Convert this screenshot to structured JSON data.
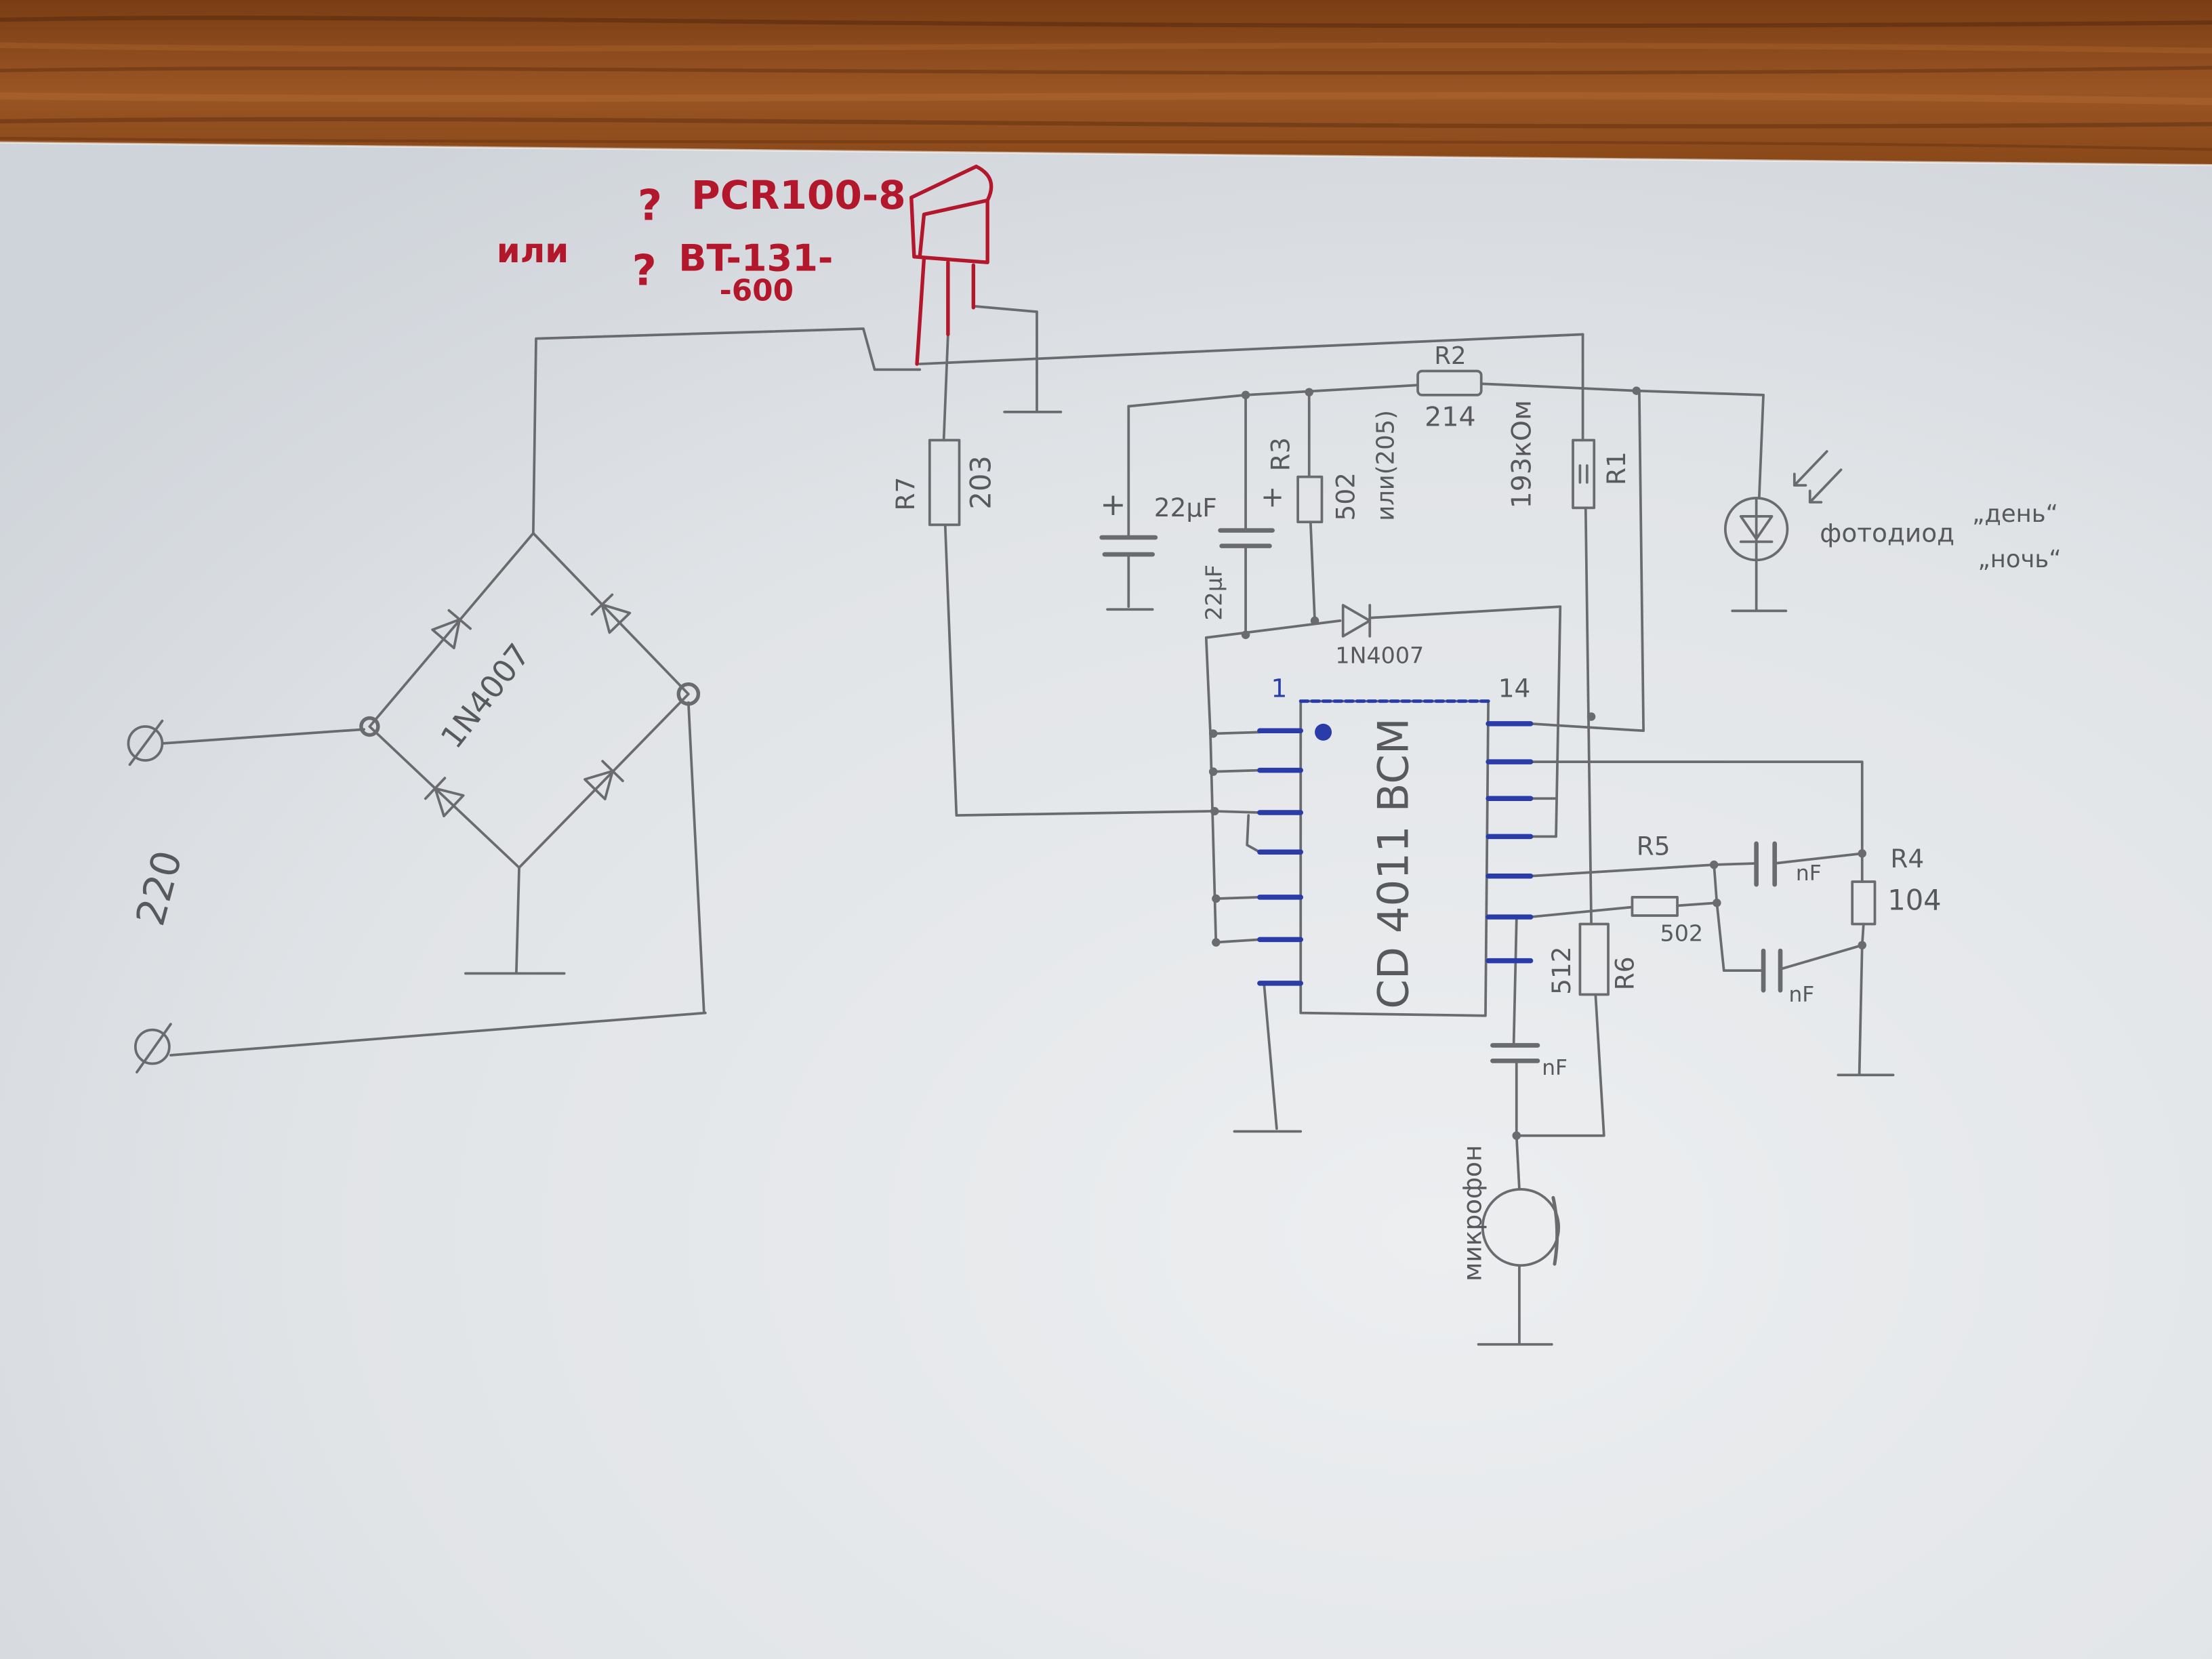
{
  "thyristor": {
    "query_mark_a": "?",
    "option_a": "PCR100-8",
    "or_word": "или",
    "query_mark_b": "?",
    "option_b_line1": "BT-131-",
    "option_b_line2": "-600"
  },
  "mains": {
    "voltage": "220"
  },
  "bridge": {
    "diode_type": "1N4007"
  },
  "r7": {
    "name": "R7",
    "value": "203"
  },
  "r2": {
    "name": "R2",
    "value": "214"
  },
  "c1": {
    "polarity": "+",
    "capacitance": "22µF"
  },
  "c2": {
    "polarity": "+",
    "capacitance": "22µF"
  },
  "r3": {
    "name": "R3",
    "value": "502",
    "alternative": "или(205)"
  },
  "r1": {
    "name": "R1",
    "value": "193кОм"
  },
  "photodiode": {
    "label": "фотодиод",
    "mode_day": "„день“",
    "mode_night": "„ночь“"
  },
  "diode": {
    "type": "1N4007"
  },
  "ic": {
    "part": "CD 4011 BCM",
    "pin_first": "1",
    "pin_last": "14"
  },
  "r5": {
    "name": "R5",
    "value": "502"
  },
  "r4": {
    "name": "R4",
    "value": "104"
  },
  "r6": {
    "name": "R6",
    "value": "512"
  },
  "capacitors_nf": {
    "c_upper": "nF",
    "c_lower": "nF",
    "c_mic": "nF"
  },
  "microphone": {
    "label": "микрофон"
  },
  "colors": {
    "pencil": "#6a6b6e",
    "red_ink": "#b3172c",
    "blue_ink": "#2a3ca8"
  }
}
